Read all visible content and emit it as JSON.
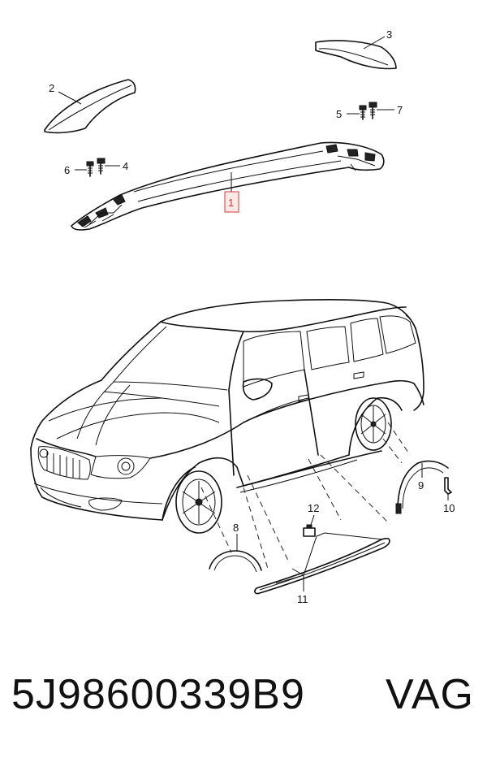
{
  "callouts": {
    "c1": "1",
    "c2": "2",
    "c3": "3",
    "c4": "4",
    "c5": "5",
    "c6": "6",
    "c7": "7",
    "c8": "8",
    "c9": "9",
    "c10": "10",
    "c11": "11",
    "c12": "12"
  },
  "highlight_color": "#d23a3a",
  "footer": {
    "part_number": "5J98600339B9",
    "brand": "VAG"
  }
}
